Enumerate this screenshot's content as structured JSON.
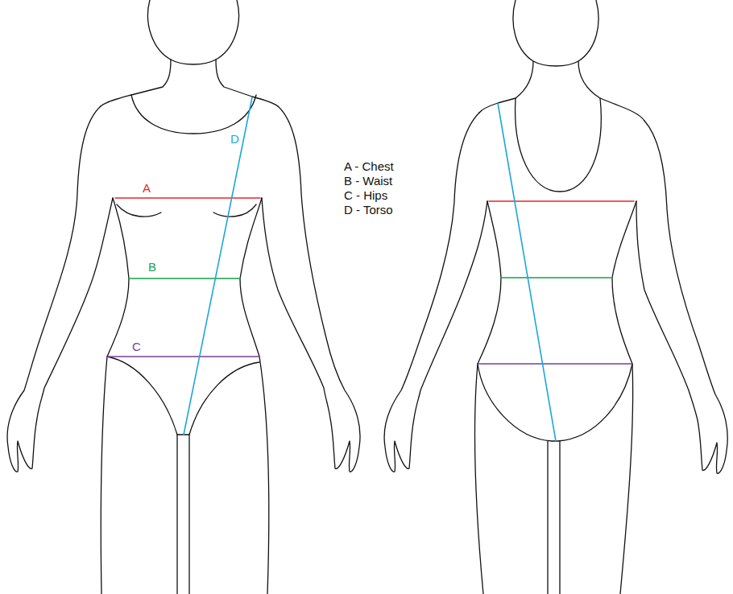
{
  "diagram": {
    "labels": [
      "D",
      "A",
      "B",
      "C",
      "A - Chest",
      "B - Waist",
      "C - Hips",
      "D - Torso"
    ]
  }
}
